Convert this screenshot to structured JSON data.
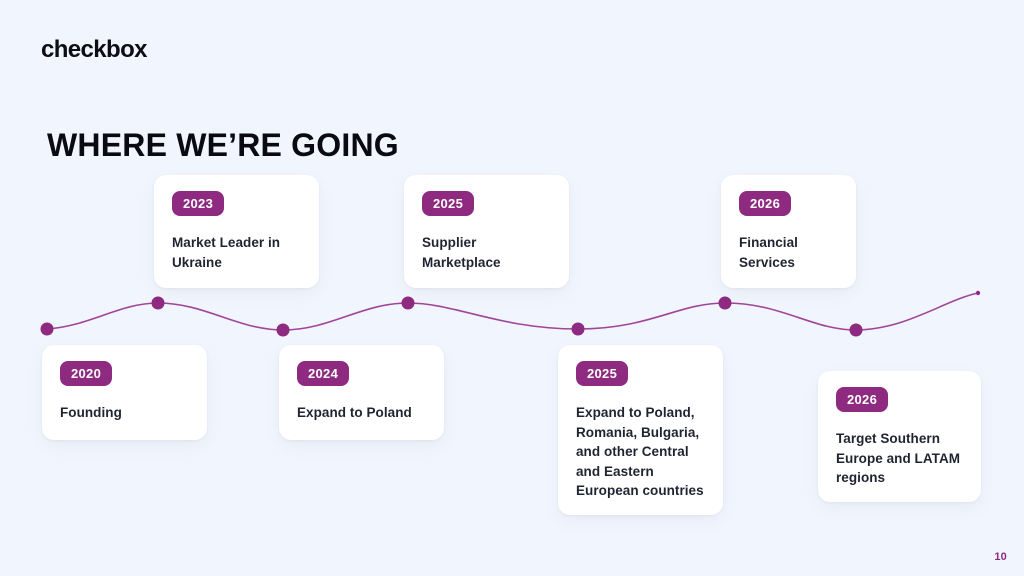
{
  "brand": {
    "logo_text": "checkbox"
  },
  "header": {
    "title": "WHERE WE’RE GOING"
  },
  "timeline": {
    "accent_color": "#8e2a80",
    "line_color": "#9c3c8c",
    "background_color": "#f1f5fd",
    "card_color": "#ffffff",
    "milestones": [
      {
        "year": "2020",
        "text": "Founding",
        "row": "bottom"
      },
      {
        "year": "2023",
        "text": "Market Leader in Ukraine",
        "row": "top"
      },
      {
        "year": "2024",
        "text": "Expand to Poland",
        "row": "bottom"
      },
      {
        "year": "2025",
        "text": "Supplier Marketplace",
        "row": "top"
      },
      {
        "year": "2025",
        "text": "Expand to Poland, Romania, Bulgaria, and other Central and Eastern European countries",
        "row": "bottom"
      },
      {
        "year": "2026",
        "text": "Financial Services",
        "row": "top"
      },
      {
        "year": "2026",
        "text": "Target Southern Europe and LATAM regions",
        "row": "bottom"
      }
    ]
  },
  "footer": {
    "page_number": "10"
  }
}
